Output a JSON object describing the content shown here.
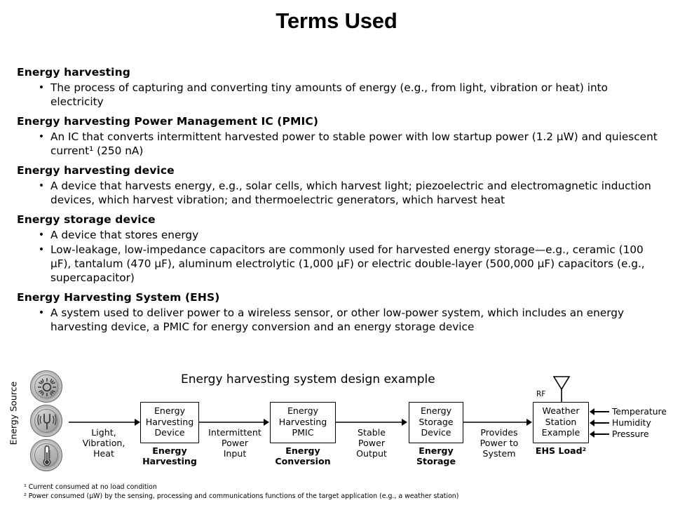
{
  "slide": {
    "title": "Terms Used"
  },
  "terms": [
    {
      "heading": "Energy harvesting",
      "bullets": [
        "The process of capturing and converting tiny amounts of energy (e.g., from light, vibration or heat) into electricity"
      ]
    },
    {
      "heading": "Energy harvesting Power Management IC (PMIC)",
      "bullets": [
        "An IC that converts intermittent harvested power to stable power with low startup power (1.2 µW) and quiescent current¹ (250 nA)"
      ]
    },
    {
      "heading": "Energy harvesting device",
      "bullets": [
        "A device that harvests energy, e.g., solar cells, which harvest light; piezoelectric and electromagnetic induction devices, which  harvest vibration; and thermoelectric generators, which harvest heat"
      ]
    },
    {
      "heading": "Energy storage device",
      "bullets": [
        "A device that stores energy",
        "Low-leakage, low-impedance capacitors are commonly used for harvested energy storage—e.g., ceramic (100 µF), tantalum (470 µF), aluminum electrolytic (1,000 µF) or electric double-layer (500,000 µF) capacitors (e.g., supercapacitor)"
      ]
    },
    {
      "heading": "Energy Harvesting System (EHS)",
      "bullets": [
        "A system used to deliver power to a wireless sensor, or other low-power system, which includes an energy harvesting device, a PMIC for energy conversion and an energy storage device"
      ]
    }
  ],
  "bullet_marker": "•",
  "diagram": {
    "title": "Energy harvesting system design example",
    "source_axis_label": "Energy Source",
    "sources": [
      {
        "name": "solar-source-icon"
      },
      {
        "name": "vibration-source-icon"
      },
      {
        "name": "thermal-source-icon"
      }
    ],
    "nodes": [
      {
        "id": "harvesting-device",
        "lines": [
          "Energy",
          "Harvesting",
          "Device"
        ],
        "caption": [
          "Energy",
          "Harvesting"
        ]
      },
      {
        "id": "pmic",
        "lines": [
          "Energy",
          "Harvesting",
          "PMIC"
        ],
        "caption": [
          "Energy",
          "Conversion"
        ]
      },
      {
        "id": "storage-device",
        "lines": [
          "Energy",
          "Storage",
          "Device"
        ],
        "caption": [
          "Energy",
          "Storage"
        ]
      },
      {
        "id": "weather-station",
        "lines": [
          "Weather",
          "Station",
          "Example"
        ],
        "caption": [
          "EHS Load²"
        ]
      }
    ],
    "edges": [
      {
        "id": "source-to-device",
        "lines": [
          "Light,",
          "Vibration,",
          "Heat"
        ]
      },
      {
        "id": "device-to-pmic",
        "lines": [
          "Intermittent",
          "Power",
          "Input"
        ]
      },
      {
        "id": "pmic-to-storage",
        "lines": [
          "Stable",
          "Power",
          "Output"
        ]
      },
      {
        "id": "storage-to-load",
        "lines": [
          "Provides",
          "Power to",
          "System"
        ]
      }
    ],
    "rf_label": "RF",
    "sensor_inputs": [
      "Temperature",
      "Humidity",
      "Pressure"
    ]
  },
  "footnotes": [
    "¹ Current consumed at no load condition",
    "² Power consumed (µW) by the sensing, processing and communications functions of the target application (e.g., a weather station)"
  ],
  "colors": {
    "text": "#000000",
    "background": "#ffffff",
    "line": "#404040"
  }
}
